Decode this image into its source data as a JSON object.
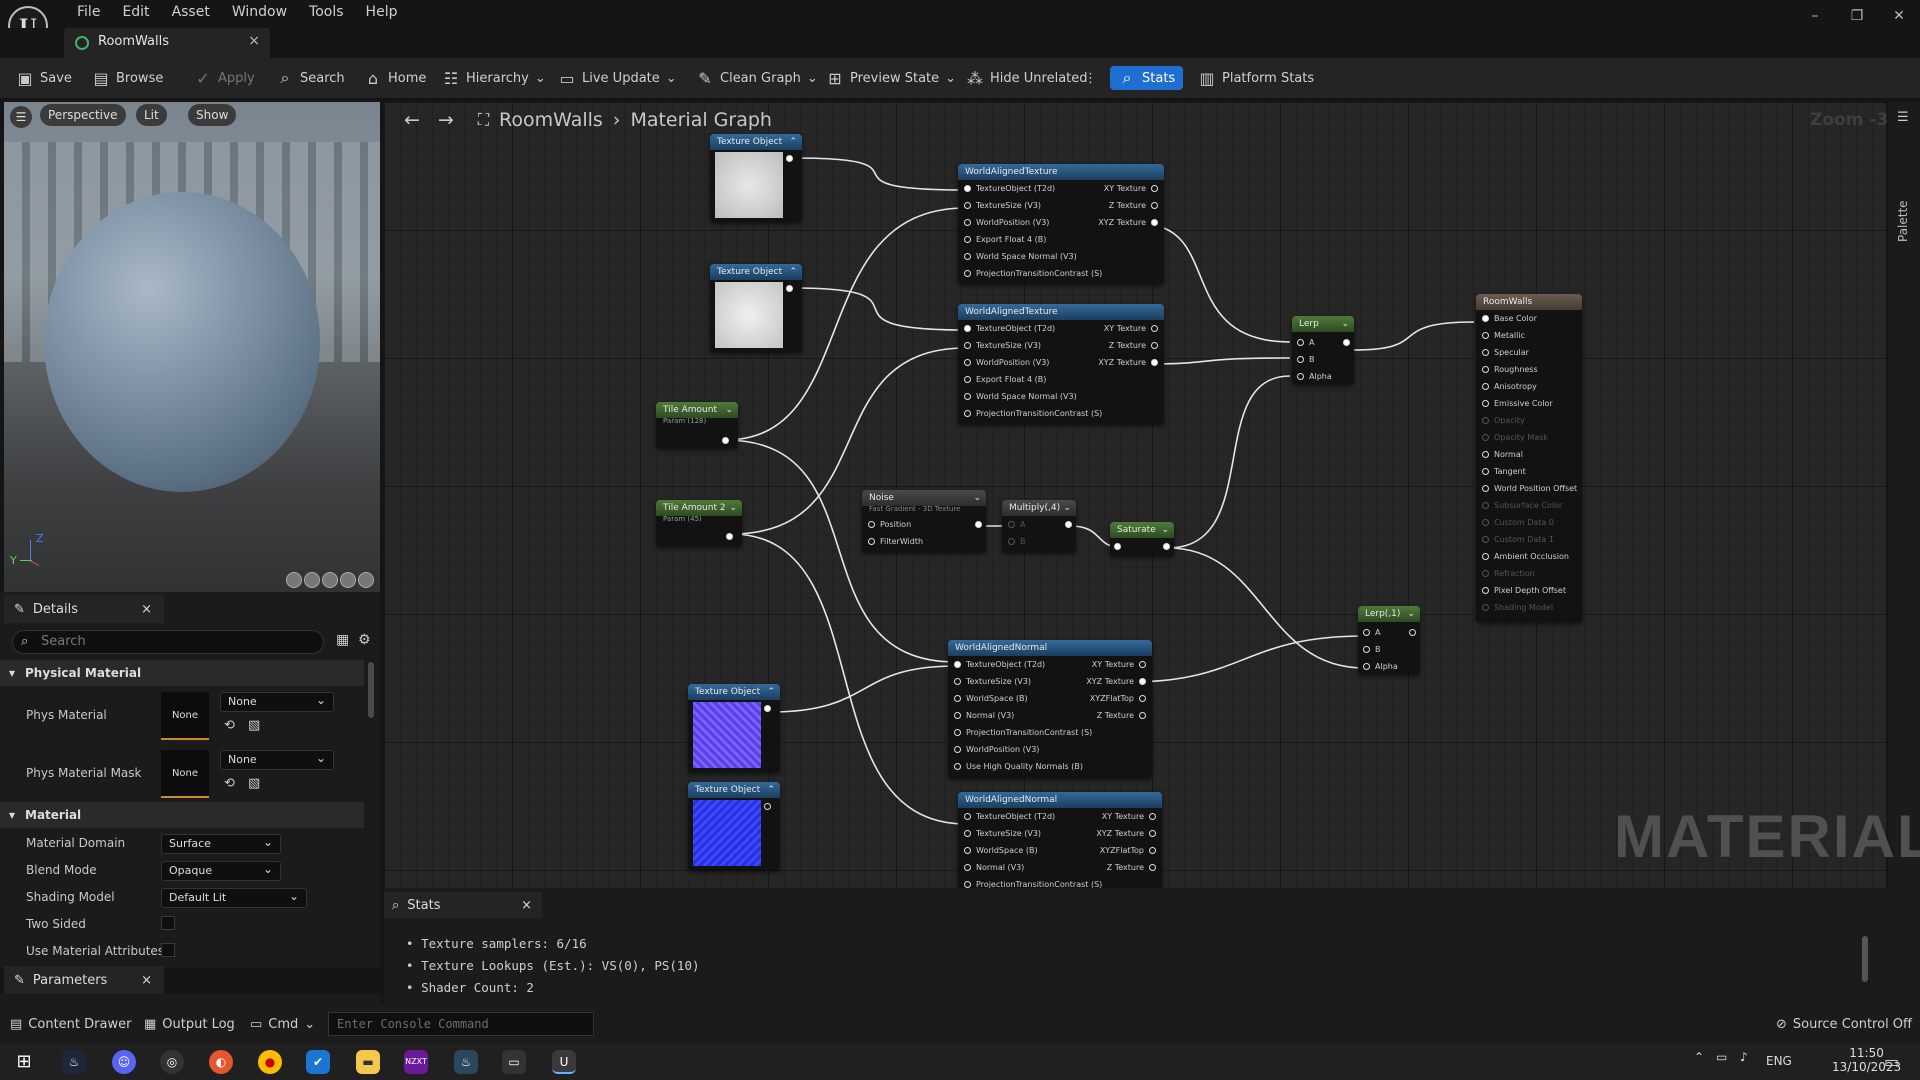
{
  "app": {
    "logo": "U",
    "menu": [
      "File",
      "Edit",
      "Asset",
      "Window",
      "Tools",
      "Help"
    ],
    "window_controls": [
      "–",
      "❐",
      "✕"
    ]
  },
  "tab": {
    "title": "RoomWalls",
    "close": "×"
  },
  "toolbar": {
    "save": "Save",
    "browse": "Browse",
    "apply": "Apply",
    "search": "Search",
    "home": "Home",
    "hierarchy": "Hierarchy",
    "live_update": "Live Update",
    "clean_graph": "Clean Graph",
    "preview_state": "Preview State",
    "hide_unrelated": "Hide Unrelated",
    "stats": "Stats",
    "platform_stats": "Platform Stats"
  },
  "viewport": {
    "perspective": "Perspective",
    "lit": "Lit",
    "show": "Show",
    "axis_z": "Z",
    "axis_y": "Y"
  },
  "details": {
    "title": "Details",
    "search_placeholder": "Search",
    "physical": {
      "header": "Physical Material",
      "phys_material": "Phys Material",
      "phys_material_mask": "Phys Material Mask",
      "thumb": "None",
      "value": "None"
    },
    "material": {
      "header": "Material",
      "domain_label": "Material Domain",
      "domain": "Surface",
      "blend_label": "Blend Mode",
      "blend": "Opaque",
      "shading_label": "Shading Model",
      "shading": "Default Lit",
      "two_sided": "Two Sided",
      "use_attr": "Use Material Attributes"
    }
  },
  "parameters": {
    "title": "Parameters"
  },
  "graph": {
    "breadcrumb_root": "RoomWalls",
    "breadcrumb_leaf": "Material Graph",
    "zoom": "Zoom -3",
    "palette": "Palette",
    "watermark": "MATERIAL"
  },
  "nodes": {
    "tex1": "Texture Object",
    "tex2": "Texture Object",
    "tex3": "Texture Object",
    "tex4": "Texture Object",
    "tile1": "Tile Amount",
    "tile1_sub": "Param (128)",
    "tile2": "Tile Amount 2",
    "tile2_sub": "Param (45)",
    "wat": "WorldAlignedTexture",
    "wat_in": [
      "TextureObject (T2d)",
      "TextureSize (V3)",
      "WorldPosition (V3)",
      "Export Float 4 (B)",
      "World Space Normal (V3)",
      "ProjectionTransitionContrast (S)"
    ],
    "wat_out": [
      "XY Texture",
      "Z Texture",
      "XYZ Texture"
    ],
    "wan": "WorldAlignedNormal",
    "wan_in": [
      "TextureObject (T2d)",
      "TextureSize (V3)",
      "WorldSpace (B)",
      "Normal (V3)",
      "ProjectionTransitionContrast (S)",
      "WorldPosition (V3)",
      "Use High Quality Normals (B)"
    ],
    "wan_out": [
      "XY Texture",
      "XYZ Texture",
      "XYZFlatTop",
      "Z Texture"
    ],
    "noise": "Noise",
    "noise_sub": "Fast Gradient - 3D Texture",
    "noise_in": [
      "Position",
      "FilterWidth"
    ],
    "multiply": "Multiply(,4)",
    "saturate": "Saturate",
    "lerp": "Lerp",
    "lerp2": "Lerp(,1)",
    "ab": [
      "A",
      "B",
      "Alpha"
    ],
    "result": "RoomWalls",
    "result_pins": [
      "Base Color",
      "Metallic",
      "Specular",
      "Roughness",
      "Anisotropy",
      "Emissive Color",
      "Opacity",
      "Opacity Mask",
      "Normal",
      "Tangent",
      "World Position Offset",
      "Subsurface Color",
      "Custom Data 0",
      "Custom Data 1",
      "Ambient Occlusion",
      "Refraction",
      "Pixel Depth Offset",
      "Shading Model"
    ]
  },
  "stats": {
    "title": "Stats",
    "lines": [
      "Texture samplers: 6/16",
      "Texture Lookups (Est.): VS(0), PS(10)",
      "Shader Count: 2"
    ]
  },
  "bottom": {
    "content_drawer": "Content Drawer",
    "output_log": "Output Log",
    "cmd": "Cmd",
    "console_placeholder": "Enter Console Command",
    "source_control": "Source Control Off"
  },
  "taskbar": {
    "lang": "ENG",
    "time": "11:50",
    "date": "13/10/2023",
    "mwxt": "NZXT"
  }
}
